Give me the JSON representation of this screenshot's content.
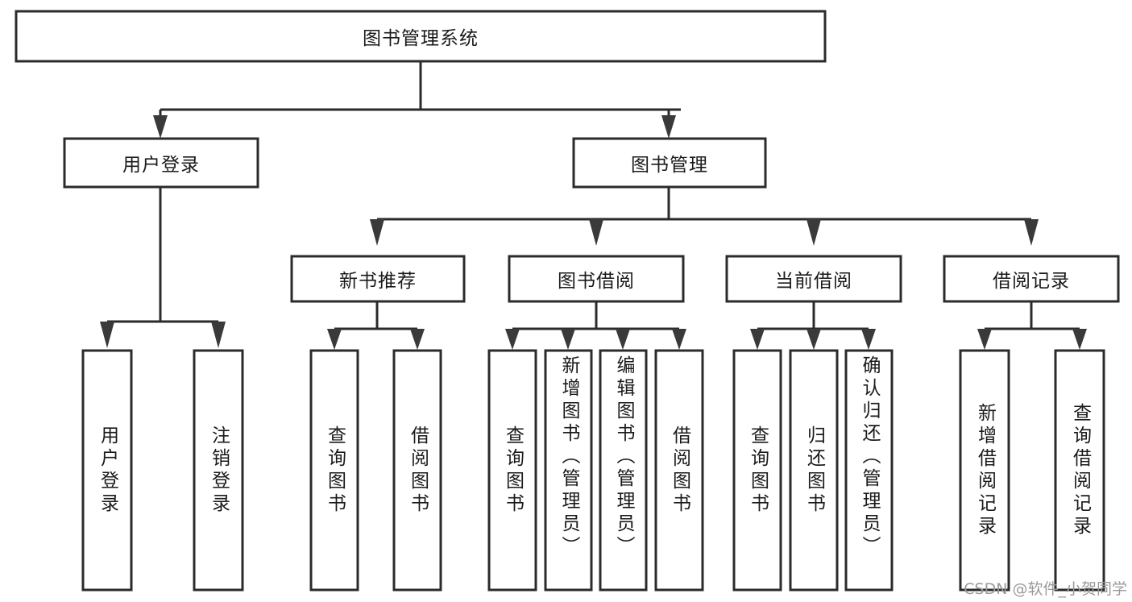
{
  "diagram": {
    "title": "图书管理系统",
    "type": "tree",
    "watermark": "CSDN @软件_小贺同学",
    "colors": {
      "box_stroke": "#2b2b2b",
      "box_fill": "#ffffff",
      "connector": "#2b2b2b",
      "arrow": "#3a3a3a",
      "text": "#1a1a1a",
      "watermark": "#9a9a9a",
      "background": "#ffffff"
    },
    "root": {
      "id": "root",
      "label": "图书管理系统",
      "orientation": "horizontal"
    },
    "level2": [
      {
        "id": "user-login",
        "label": "用户登录",
        "orientation": "horizontal"
      },
      {
        "id": "book-manage",
        "label": "图书管理",
        "orientation": "horizontal"
      }
    ],
    "level3": [
      {
        "id": "new-book-recommend",
        "label": "新书推荐",
        "orientation": "horizontal",
        "parent": "book-manage"
      },
      {
        "id": "book-borrow",
        "label": "图书借阅",
        "orientation": "horizontal",
        "parent": "book-manage"
      },
      {
        "id": "current-borrow",
        "label": "当前借阅",
        "orientation": "horizontal",
        "parent": "book-manage"
      },
      {
        "id": "borrow-record",
        "label": "借阅记录",
        "orientation": "horizontal",
        "parent": "book-manage"
      }
    ],
    "leaves": [
      {
        "id": "leaf-user-login",
        "label": "用户登录",
        "parent": "user-login",
        "align": "center"
      },
      {
        "id": "leaf-logout-login",
        "label": "注销登录",
        "parent": "user-login",
        "align": "center"
      },
      {
        "id": "leaf-query-book-1",
        "label": "查询图书",
        "parent": "new-book-recommend",
        "align": "center"
      },
      {
        "id": "leaf-borrow-book-1",
        "label": "借阅图书",
        "parent": "new-book-recommend",
        "align": "center"
      },
      {
        "id": "leaf-query-book-2",
        "label": "查询图书",
        "parent": "book-borrow",
        "align": "center"
      },
      {
        "id": "leaf-add-book-admin",
        "label": "新增图书（管理员）",
        "parent": "book-borrow",
        "align": "top"
      },
      {
        "id": "leaf-edit-book-admin",
        "label": "编辑图书（管理员）",
        "parent": "book-borrow",
        "align": "top"
      },
      {
        "id": "leaf-borrow-book-2",
        "label": "借阅图书",
        "parent": "book-borrow",
        "align": "center"
      },
      {
        "id": "leaf-query-book-3",
        "label": "查询图书",
        "parent": "current-borrow",
        "align": "center"
      },
      {
        "id": "leaf-return-book",
        "label": "归还图书",
        "parent": "current-borrow",
        "align": "center"
      },
      {
        "id": "leaf-confirm-return-admin",
        "label": "确认归还（管理员）",
        "parent": "current-borrow",
        "align": "top"
      },
      {
        "id": "leaf-add-borrow-record",
        "label": "新增借阅记录",
        "parent": "borrow-record",
        "align": "center"
      },
      {
        "id": "leaf-query-borrow-record",
        "label": "查询借阅记录",
        "parent": "borrow-record",
        "align": "center"
      }
    ]
  }
}
